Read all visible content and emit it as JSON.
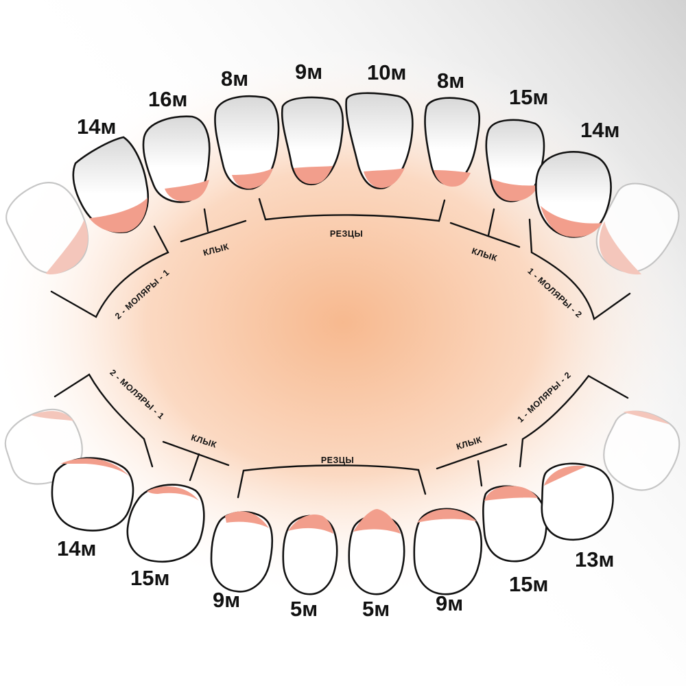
{
  "colors": {
    "gum": "#f29e8c",
    "glow": "#f7b98f",
    "outline": "#111111",
    "shade_top": "#d8d8d8"
  },
  "upper_jaw": {
    "teeth": [
      {
        "age": "14м"
      },
      {
        "age": "16м"
      },
      {
        "age": "8м"
      },
      {
        "age": "9м"
      },
      {
        "age": "10м"
      },
      {
        "age": "8м"
      },
      {
        "age": "15м"
      },
      {
        "age": "14м"
      }
    ],
    "groups": {
      "incisors": "РЕЗЦЫ",
      "canine_left": "КЛЫК",
      "canine_right": "КЛЫК",
      "molars_left": "2 - МОЛЯРЫ - 1",
      "molars_right": "1 - МОЛЯРЫ - 2"
    }
  },
  "lower_jaw": {
    "teeth": [
      {
        "age": "14м"
      },
      {
        "age": "15м"
      },
      {
        "age": "9м"
      },
      {
        "age": "5м"
      },
      {
        "age": "5м"
      },
      {
        "age": "9м"
      },
      {
        "age": "15м"
      },
      {
        "age": "13м"
      }
    ],
    "groups": {
      "incisors": "РЕЗЦЫ",
      "canine_left": "КЛЫК",
      "canine_right": "КЛЫК",
      "molars_left": "2 - МОЛЯРЫ - 1",
      "molars_right": "1 - МОЛЯРЫ - 2"
    }
  }
}
